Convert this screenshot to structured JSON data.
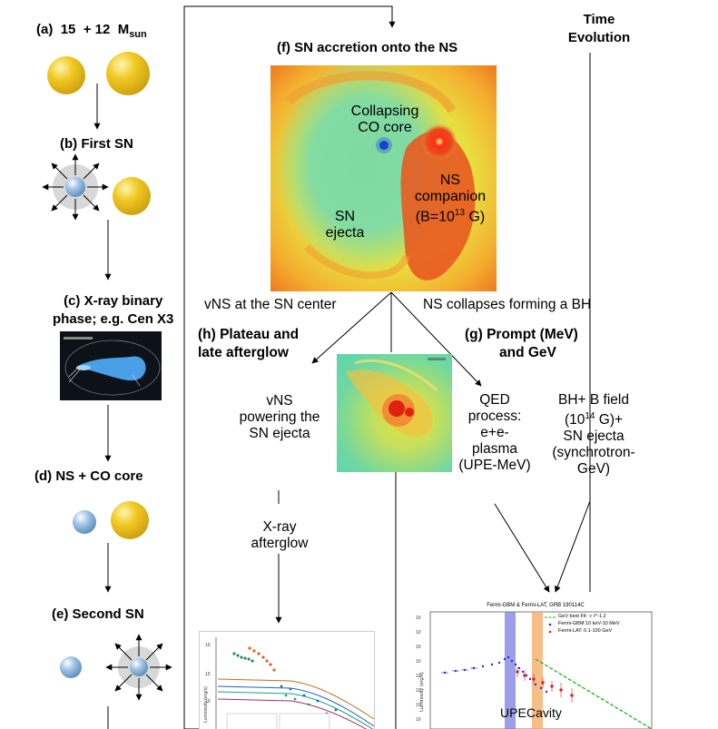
{
  "time_evolution": [
    "Time",
    "Evolution"
  ],
  "left_column": {
    "a_label": "(a)",
    "a_mass1": "15",
    "a_plus": "+ 12",
    "a_unit": "M",
    "a_unit_sub": "sun",
    "b_label": "(b) First SN",
    "c_label_1": "(c) X-ray binary",
    "c_label_2": "phase; e.g. Cen X3",
    "d_label": "(d) NS + CO core",
    "e_label": "(e) Second SN"
  },
  "panel_f": {
    "title": "(f) SN accretion onto the NS",
    "co_core_1": "Collapsing",
    "co_core_2": "CO core",
    "ns_1": "NS",
    "ns_2": "companion",
    "ns_3_pre": "(B=10",
    "ns_3_exp": "13",
    "ns_3_post": " G)",
    "ejecta_1": "SN",
    "ejecta_2": "ejecta"
  },
  "branches": {
    "left": "vNS at the SN center",
    "right": "NS collapses forming a BH"
  },
  "panel_h": {
    "title_1": "(h)  Plateau and",
    "title_2": "late afterglow",
    "vns_1": "vNS",
    "vns_2": "powering the",
    "vns_3": "SN ejecta",
    "xray_1": "X-ray",
    "xray_2": "afterglow"
  },
  "panel_g": {
    "title_1": "(g)  Prompt (MeV)",
    "title_2": "and GeV",
    "qed_1": "QED",
    "qed_2": "process:",
    "qed_3": "e+e-",
    "qed_4": "plasma",
    "qed_5": "(UPE-MeV)",
    "bh_1": "BH+ B field",
    "bh_2_pre": "(10",
    "bh_2_exp": "14",
    "bh_2_post": " G)+",
    "bh_3": "SN ejecta",
    "bh_4": "(synchrotron-",
    "bh_5": "GeV)"
  },
  "grb_plot": {
    "title": "Fermi-GBM & Fermi-LAT, GRB 190114C",
    "legend": [
      "GeV best Fit: ∝ t^-1.2",
      "Fermi-GBM:10 keV-10 MeV",
      "Fermi-LAT: 0.1-100 GeV"
    ],
    "ylabel": "Luminosity (erg/s)",
    "upe": "UPE",
    "cavity": "Cavity"
  },
  "afterglow_plot": {
    "ylabel": "Luminosity (erg/s)"
  },
  "colors": {
    "ns_star": "#7ba7cf",
    "companion_star": "#e8b820",
    "upe_band": "#7b7fe0",
    "cavity_band": "#f4a860"
  }
}
